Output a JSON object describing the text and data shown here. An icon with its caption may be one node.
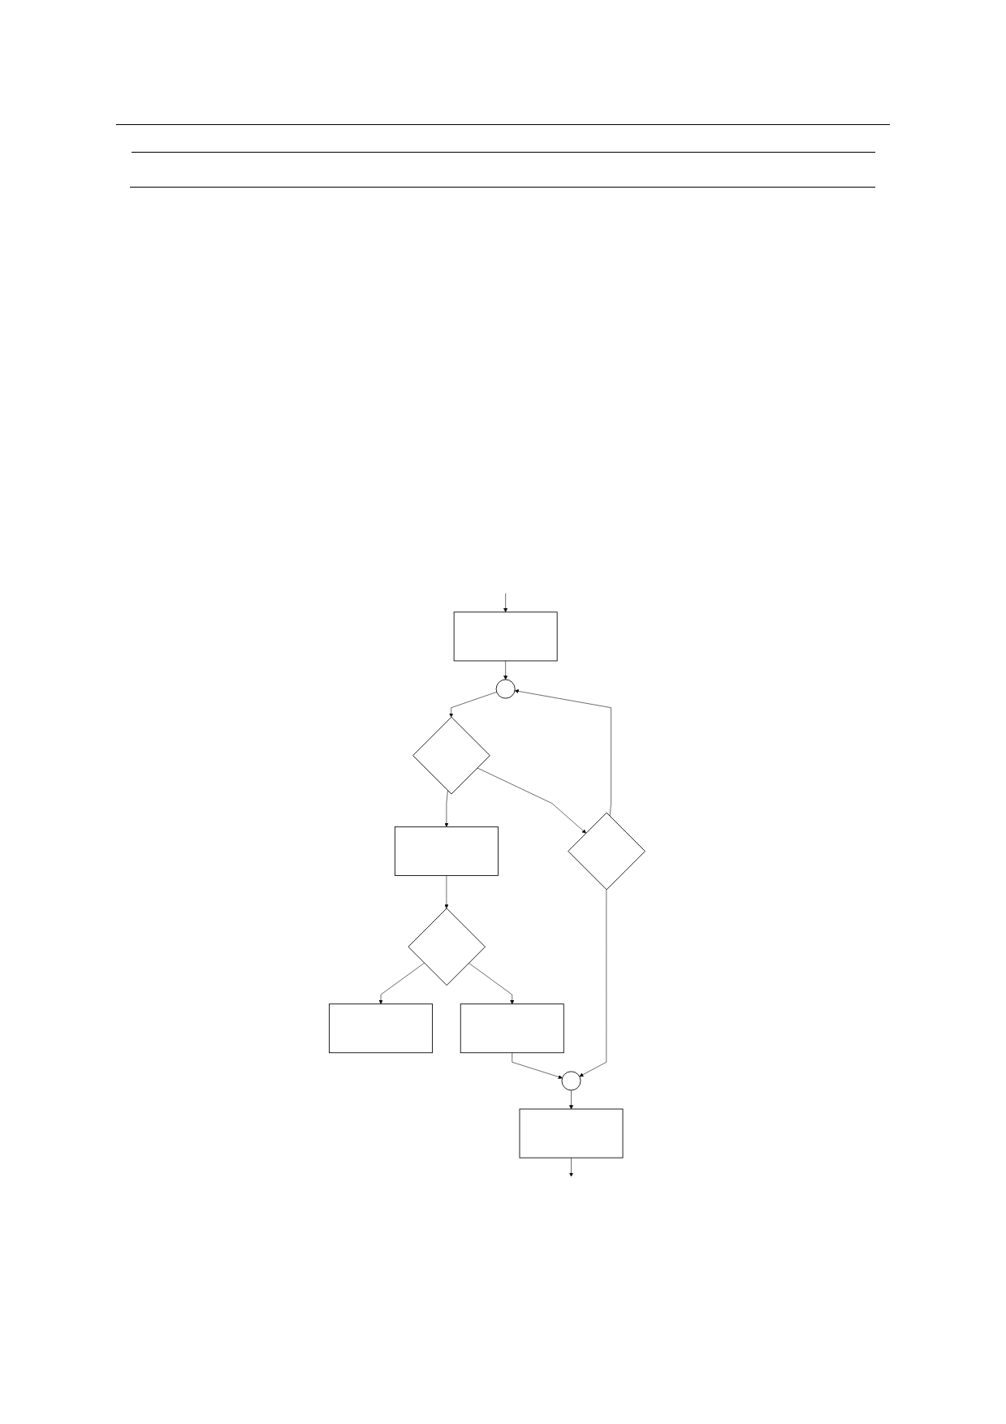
{
  "diagram": {
    "nodes": [
      {
        "text": [],
        "shape": "box"
      },
      {
        "text": [],
        "shape": "circle"
      },
      {
        "text": [],
        "shape": "diamond"
      },
      {
        "text": [],
        "shape": "diamond"
      },
      {
        "text": [],
        "shape": "box"
      },
      {
        "text": [],
        "shape": "diamond"
      },
      {
        "text": [],
        "shape": "box"
      },
      {
        "text": [],
        "shape": "box"
      },
      {
        "text": [],
        "shape": "circle"
      },
      {
        "text": [],
        "shape": "box"
      }
    ],
    "edges": [
      {
        "from": null,
        "to": 0,
        "arrow": "to"
      },
      {
        "from": 0,
        "to": 1,
        "arrow": "to"
      },
      {
        "from": 1,
        "to": 2,
        "arrow": "to"
      },
      {
        "from": 2,
        "to": 4,
        "arrow": "to"
      },
      {
        "from": 2,
        "to": 3,
        "arrow": "to"
      },
      {
        "from": 3,
        "to": 1,
        "arrow": "to"
      },
      {
        "from": 4,
        "to": 5,
        "arrow": "to"
      },
      {
        "from": 5,
        "to": 6,
        "arrow": "to"
      },
      {
        "from": 5,
        "to": 7,
        "arrow": "to"
      },
      {
        "from": 7,
        "to": 8,
        "arrow": "to"
      },
      {
        "from": 3,
        "to": 8,
        "arrow": "to"
      },
      {
        "from": 8,
        "to": 9,
        "arrow": "to"
      },
      {
        "from": 9,
        "to": null,
        "arrow": "to"
      }
    ]
  }
}
